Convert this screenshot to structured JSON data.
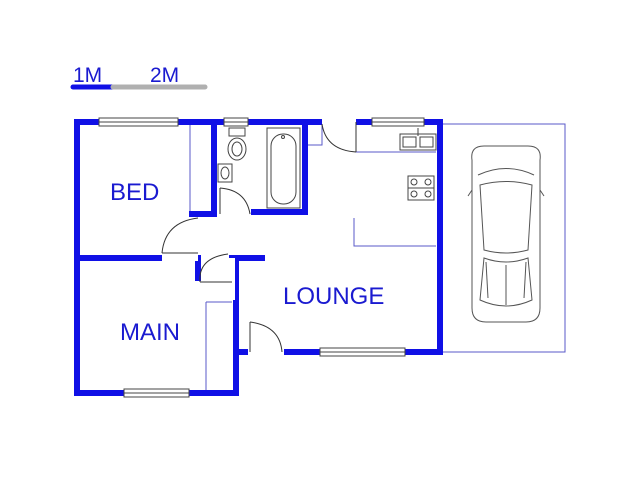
{
  "scale_bar": {
    "mark_1": "1M",
    "mark_2": "2M"
  },
  "rooms": {
    "bed": "BED",
    "main": "MAIN",
    "lounge": "LOUNGE"
  },
  "colors": {
    "wall": "#1010e6",
    "line": "#2a2ad0",
    "thin": "#5a5ac8",
    "label": "#1a1ad0",
    "scale_dark": "#1010e6",
    "scale_light": "#b0b0b0"
  }
}
